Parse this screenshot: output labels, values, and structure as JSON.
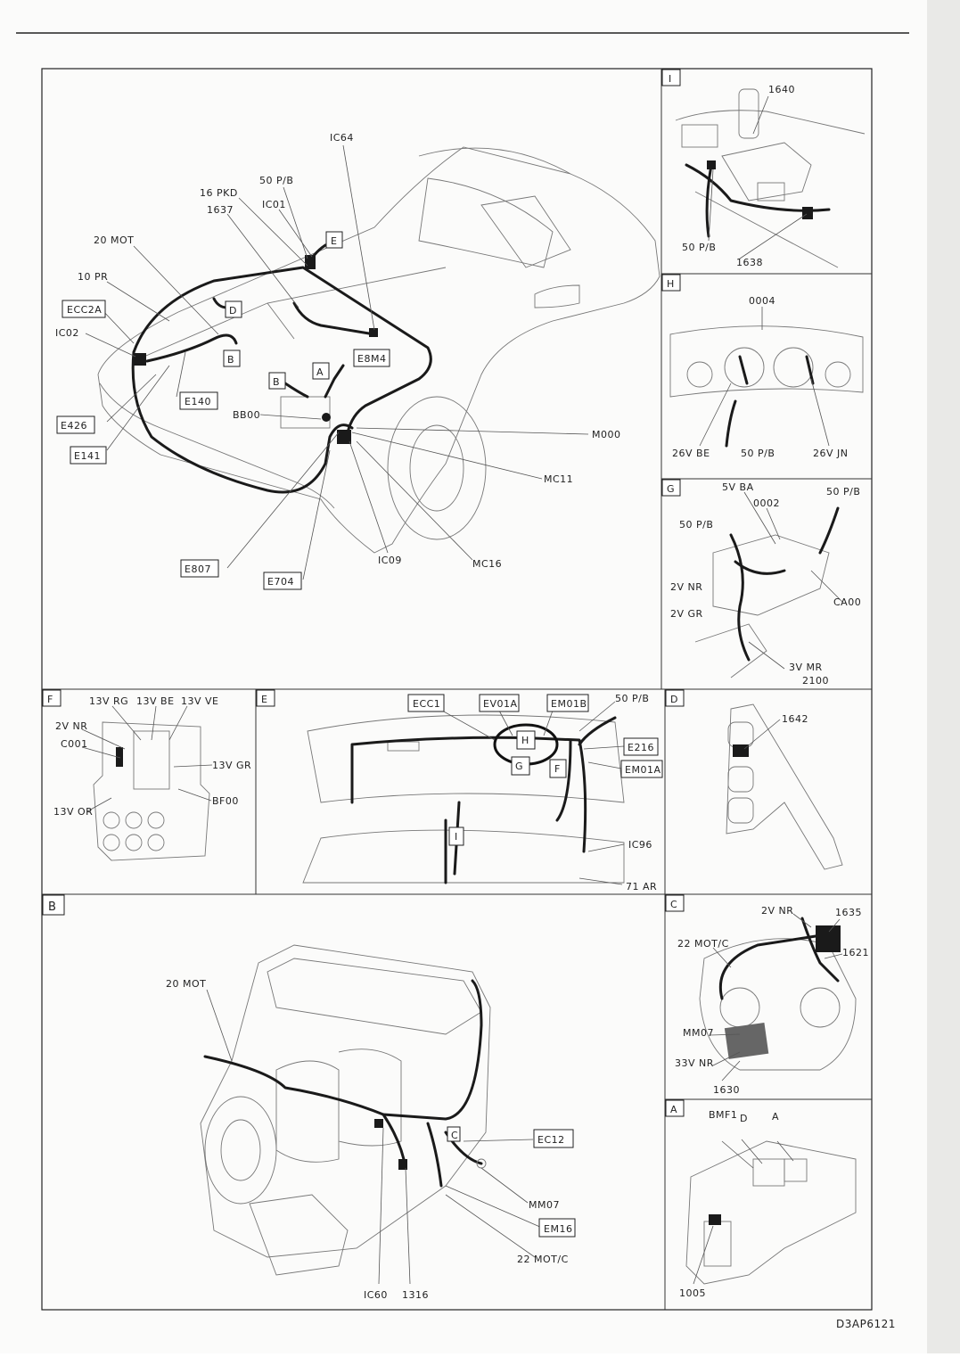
{
  "document_code": "D3AP6121",
  "panels": {
    "main": {
      "labels": [
        "IC64",
        "50 P/B",
        "16 PKD",
        "1637",
        "IC01",
        "20 MOT",
        "10 PR",
        "IC02",
        "D",
        "B",
        "E140",
        "E426",
        "E141",
        "BB00",
        "M000",
        "MC11",
        "E807",
        "E704",
        "IC09",
        "MC16"
      ],
      "boxed": [
        "ECC2A",
        "E",
        "D",
        "B",
        "E140",
        "E426",
        "E141",
        "A",
        "B",
        "E8M4",
        "E807",
        "E704"
      ]
    },
    "I": {
      "letter": "I",
      "labels": [
        "1640",
        "50 P/B",
        "1638"
      ]
    },
    "H": {
      "letter": "H",
      "labels": [
        "0004",
        "26V BE",
        "50 P/B",
        "26V JN"
      ]
    },
    "G": {
      "letter": "G",
      "labels": [
        "5V BA",
        "50 P/B",
        "0002",
        "50 P/B",
        "2V NR",
        "2V GR",
        "CA00",
        "3V MR",
        "2100"
      ]
    },
    "F": {
      "letter": "F",
      "labels": [
        "13V RG",
        "13V BE",
        "13V VE",
        "2V NR",
        "C001",
        "13V GR",
        "BF00",
        "13V OR"
      ]
    },
    "E": {
      "letter": "E",
      "labels": [
        "ECC1",
        "EV01A",
        "EM01B",
        "50 P/B",
        "E216",
        "EM01A",
        "IC96",
        "71 AR",
        "H",
        "G",
        "F",
        "I"
      ]
    },
    "D": {
      "letter": "D",
      "labels": [
        "1642"
      ]
    },
    "C": {
      "letter": "C",
      "labels": [
        "2V NR",
        "1635",
        "22 MOT/C",
        "1621",
        "MM07",
        "33V NR",
        "1630"
      ]
    },
    "B": {
      "letter": "B",
      "labels": [
        "20 MOT",
        "EC12",
        "MM07",
        "EM16",
        "22 MOT/C",
        "IC60",
        "1316",
        "C"
      ]
    },
    "A": {
      "letter": "A",
      "labels": [
        "BMF1",
        "D",
        "A",
        "1005"
      ]
    }
  },
  "icons": [
    "car-outline",
    "relay-box",
    "engine",
    "dashboard-cluster",
    "gear-selector",
    "fuse-box",
    "gearbox",
    "side-bracket"
  ]
}
